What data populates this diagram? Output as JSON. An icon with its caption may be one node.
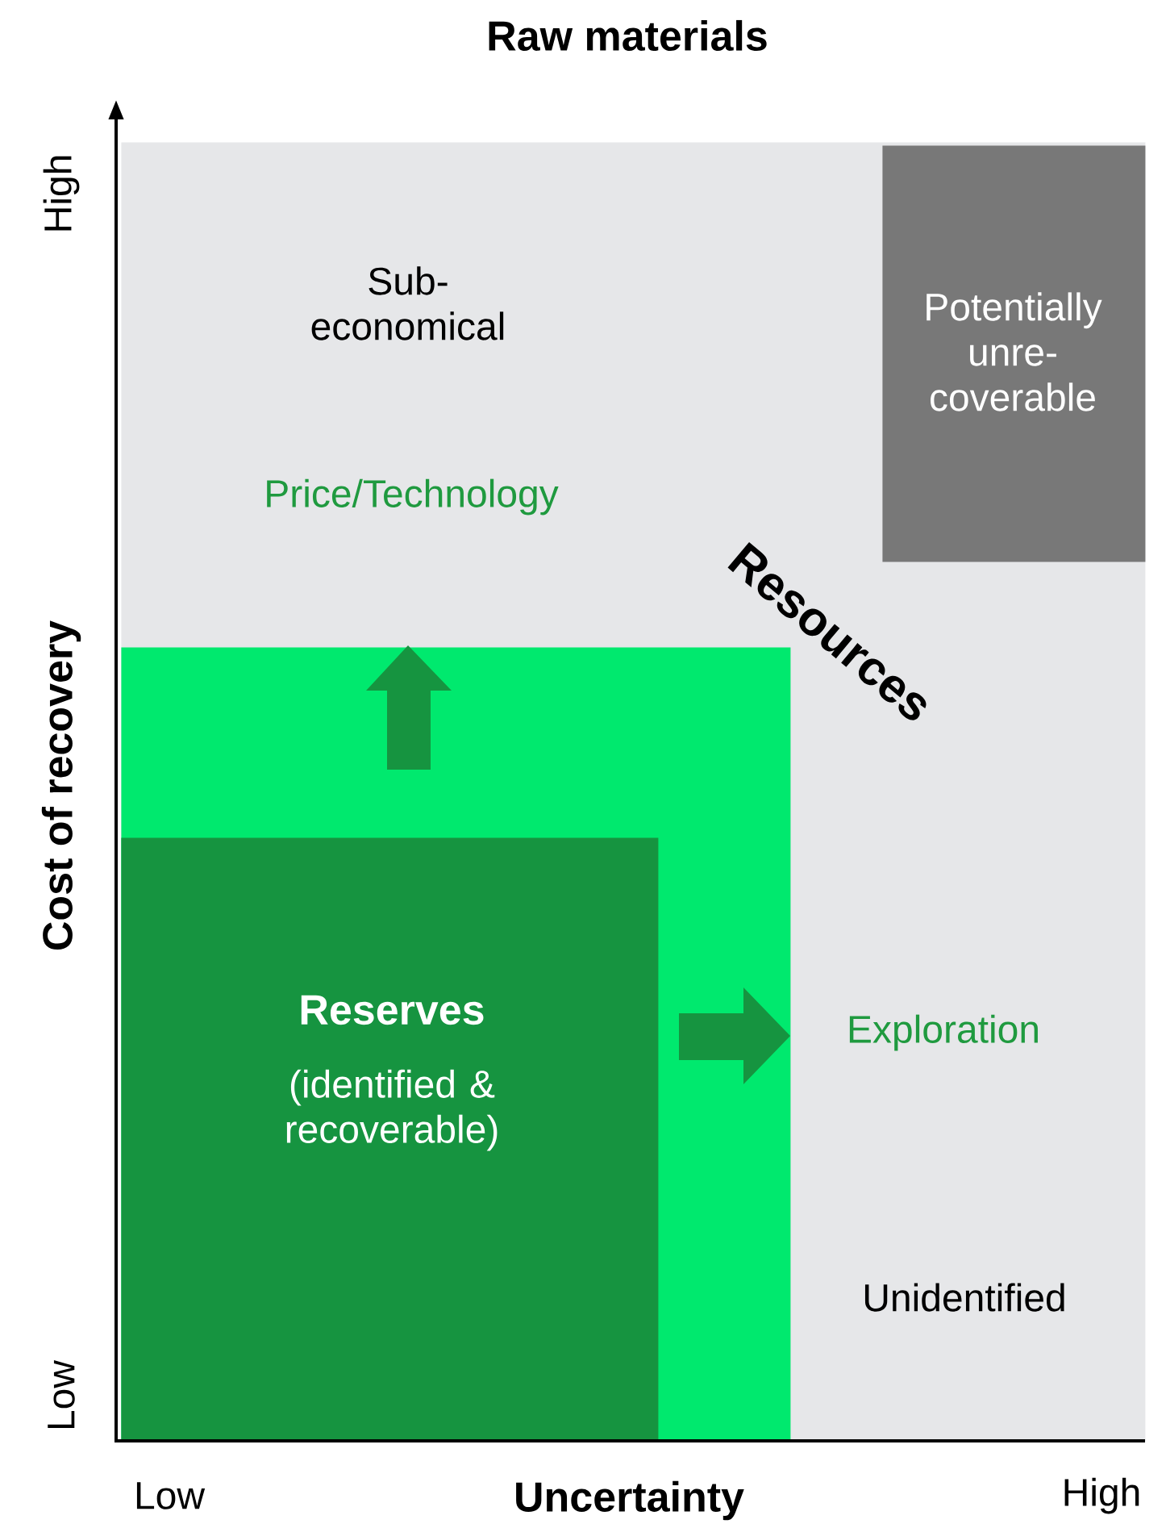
{
  "diagram": {
    "title": "Raw materials",
    "nodes": [
      {
        "text": [
          "Sub- economical",
          "Price/Technology",
          "Resources",
          "Exploration",
          "Unidentified"
        ]
      },
      {
        "text": [
          "Potentially unre- coverable"
        ],
        "in": 0
      },
      {
        "text": [],
        "shape": "box",
        "in": 0
      },
      {
        "text": [
          "Reserves",
          "(identified & recoverable)"
        ],
        "in": 2
      }
    ],
    "labels": [
      "High",
      "Cost of recovery",
      "Low",
      "Low",
      "Uncertainty",
      "High"
    ]
  }
}
